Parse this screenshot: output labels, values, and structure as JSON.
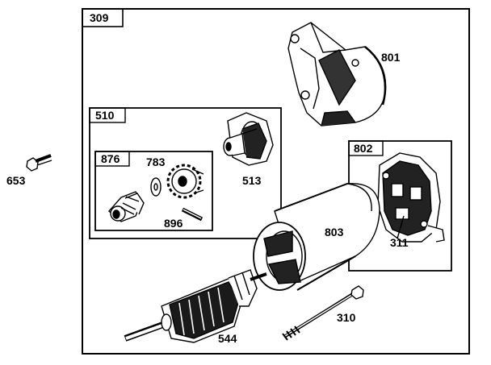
{
  "boxes": {
    "outer": "309",
    "starter_drive": "510",
    "drive_gear_kit": "876",
    "end_cap": "802"
  },
  "parts": {
    "p653": "653",
    "p801": "801",
    "p783": "783",
    "p513": "513",
    "p896": "896",
    "p803": "803",
    "p311": "311",
    "p544": "544",
    "p310": "310"
  },
  "colors": {
    "line": "#000000",
    "background": "#ffffff",
    "shade": "#1a1a1a"
  }
}
